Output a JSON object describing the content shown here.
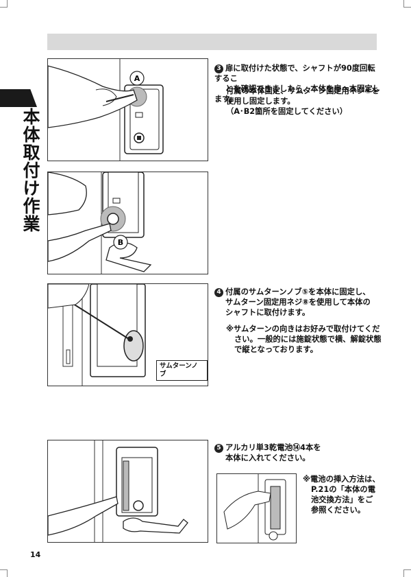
{
  "side_title": "本体取付け作業",
  "page_number": "14",
  "steps": [
    {
      "num": "3",
      "text_line1": "扉に取付けた状態で、シャフトが90度回転するこ",
      "text_line2": "とを確認できましたら、本体を扉へ本固定します。",
      "sub_line1": "付属の本体固定、サムターン固定用ネジ⑧を",
      "sub_line2": "使用し固定します。",
      "sub_line3": "（A･B2箇所を固定してください）"
    },
    {
      "num": "4",
      "text_line1": "付属のサムターンノブ⑤を本体に固定し、",
      "text_line2": "サムターン固定用ネジ⑧を使用して本体の",
      "text_line3": "シャフトに取付けます。",
      "note_line1": "※サムターンの向きはお好みで取付けてくだ",
      "note_line2": "さい。一般的には施錠状態で横、解錠状態",
      "note_line3": "で縦となっております。"
    },
    {
      "num": "5",
      "text_line1": "アルカリ単3乾電池⑭4本を",
      "text_line2": "本体に入れてください。",
      "note_line1": "※電池の挿入方法は、",
      "note_line2": "P.21の「本体の電",
      "note_line3": "池交換方法」をご",
      "note_line4": "参照ください。"
    }
  ],
  "figure_labels": {
    "a": "A",
    "b": "B",
    "thumbturn_knob": "サムターンノブ"
  }
}
